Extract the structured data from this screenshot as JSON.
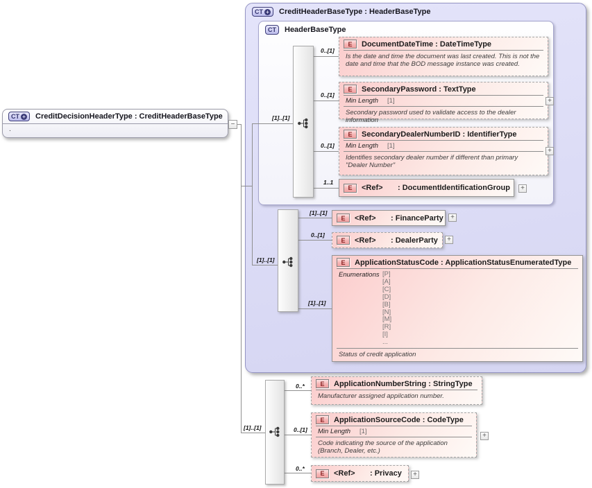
{
  "ui": {
    "expand_glyph": "+",
    "collapse_glyph": "−"
  },
  "badges": {
    "complex_type": "CT",
    "element": "E"
  },
  "root_box": {
    "title": "CreditDecisionHeaderType : CreditHeaderBaseType",
    "body": "."
  },
  "outer_box": {
    "title": "CreditHeaderBaseType : HeaderBaseType"
  },
  "inner_box": {
    "title": "HeaderBaseType"
  },
  "compositors": [
    {
      "card": "[1]..[1]"
    },
    {
      "card": "[1]..[1]"
    },
    {
      "card": "[1]..[1]"
    }
  ],
  "elements": [
    {
      "card": "0..[1]",
      "title": "DocumentDateTime : DateTimeType",
      "annotation": "Is the date and time the document was last created. This is not the date and time that the BOD message instance was created."
    },
    {
      "card": "0..[1]",
      "title": "SecondaryPassword : TextType",
      "facet_label": "Min Length",
      "facet_value": "[1]",
      "annotation": "Secondary password used to validate access to the dealer information"
    },
    {
      "card": "0..[1]",
      "title": "SecondaryDealerNumberID : IdentifierType",
      "facet_label": "Min Length",
      "facet_value": "[1]",
      "annotation": "Identifies secondary dealer number if different than primary \"Dealer Number\""
    },
    {
      "card": "1..1",
      "name": "<Ref>",
      "type_suffix": ": DocumentIdentificationGroup"
    },
    {
      "card": "[1]..[1]",
      "name": "<Ref>",
      "type_suffix": ": FinanceParty"
    },
    {
      "card": "0..[1]",
      "name": "<Ref>",
      "type_suffix": ": DealerParty"
    },
    {
      "card": "[1]..[1]",
      "title": "ApplicationStatusCode : ApplicationStatusEnumeratedType",
      "enum_label": "Enumerations",
      "enums": [
        "[P]",
        "[A]",
        "[C]",
        "[D]",
        "[B]",
        "[N]",
        "[M]",
        "[R]",
        "[I]",
        "..."
      ],
      "annotation": "Status of credit application"
    },
    {
      "card": "0..*",
      "title": "ApplicationNumberString : StringType",
      "annotation": "Manufacturer assigned appilcation number."
    },
    {
      "card": "0..[1]",
      "title": "ApplicationSourceCode : CodeType",
      "facet_label": "Min Length",
      "facet_value": "[1]",
      "annotation": "Code indicating the source of the application (Branch, Dealer, etc.)"
    },
    {
      "card": "0..*",
      "name": "<Ref>",
      "type_suffix": ": Privacy"
    }
  ]
}
